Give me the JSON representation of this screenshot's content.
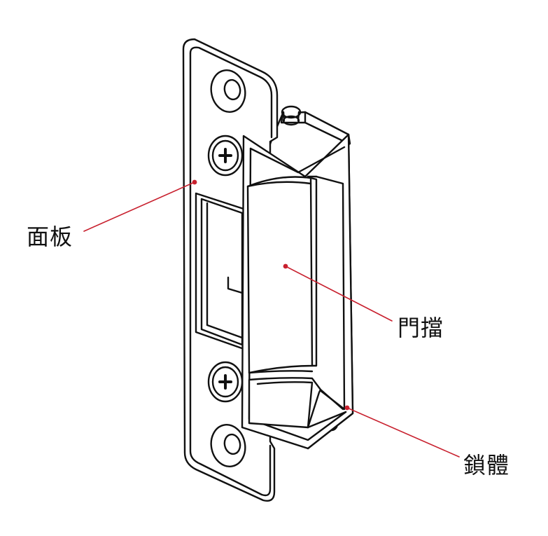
{
  "labels": {
    "faceplate": "面板",
    "keeper": "門擋",
    "body": "鎖體"
  },
  "colors": {
    "leader": "#c8202e",
    "outline": "#111111",
    "text": "#111111"
  }
}
